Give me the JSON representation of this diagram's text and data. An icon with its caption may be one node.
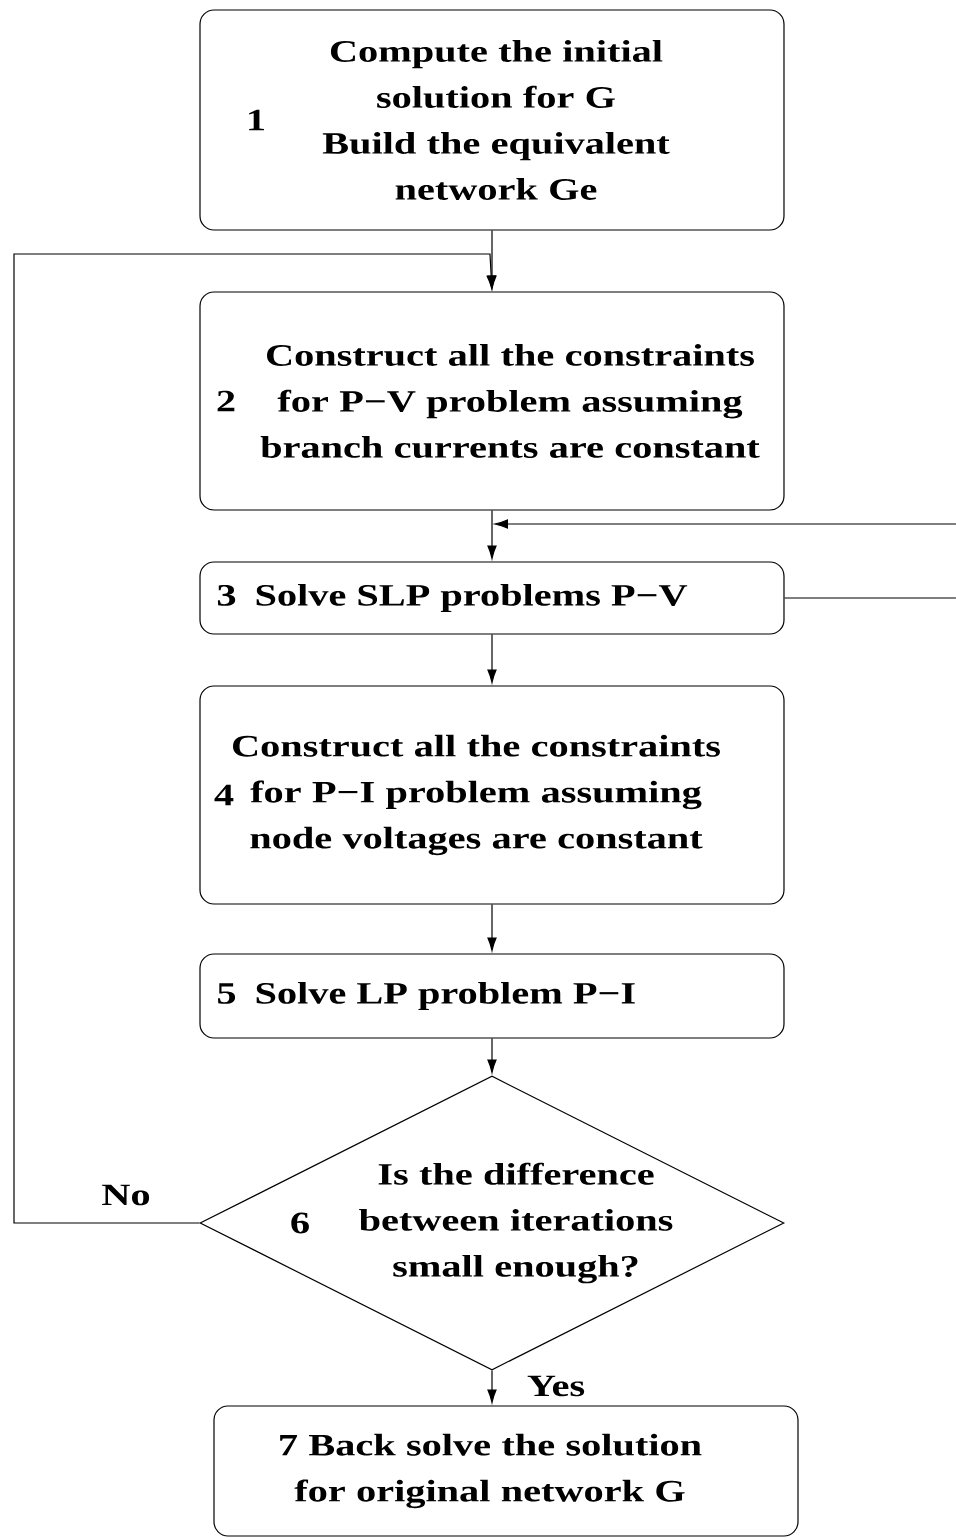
{
  "diagram": {
    "nodes": [
      {
        "text": [
          "1",
          "Compute the initial solution for G",
          "Build the equivalent network Ge"
        ]
      },
      {
        "text": [
          "2",
          "Construct all the constraints for P−V problem assuming branch currents are constant"
        ]
      },
      {
        "text": [
          "3",
          "Solve SLP problems P−V"
        ]
      },
      {
        "text": [
          "4",
          "Construct all the constraints for P−I problem assuming node voltages are constant"
        ]
      },
      {
        "text": [
          "5",
          "Solve LP problem P−I"
        ]
      },
      {
        "text": [
          "6",
          "Is the difference between iterations small enough?"
        ]
      },
      {
        "text": [
          "7 Back solve the solution for original network G"
        ]
      }
    ],
    "edges": [
      {
        "from": 0,
        "to": 1,
        "arrow": "to"
      },
      {
        "from": 1,
        "to": 2,
        "arrow": "to"
      },
      {
        "from": 2,
        "to": 3,
        "arrow": "to"
      },
      {
        "from": 3,
        "to": 4,
        "arrow": "to"
      },
      {
        "from": 4,
        "to": 5,
        "arrow": "to"
      },
      {
        "from": 5,
        "to": 6,
        "arrow": "to",
        "label": "Yes"
      },
      {
        "from": 5,
        "to": 1,
        "arrow": "to",
        "label": "No"
      },
      {
        "from": null,
        "to": 2,
        "arrow": "to"
      },
      {
        "from": 2,
        "to": null,
        "arrow": "none"
      }
    ]
  }
}
